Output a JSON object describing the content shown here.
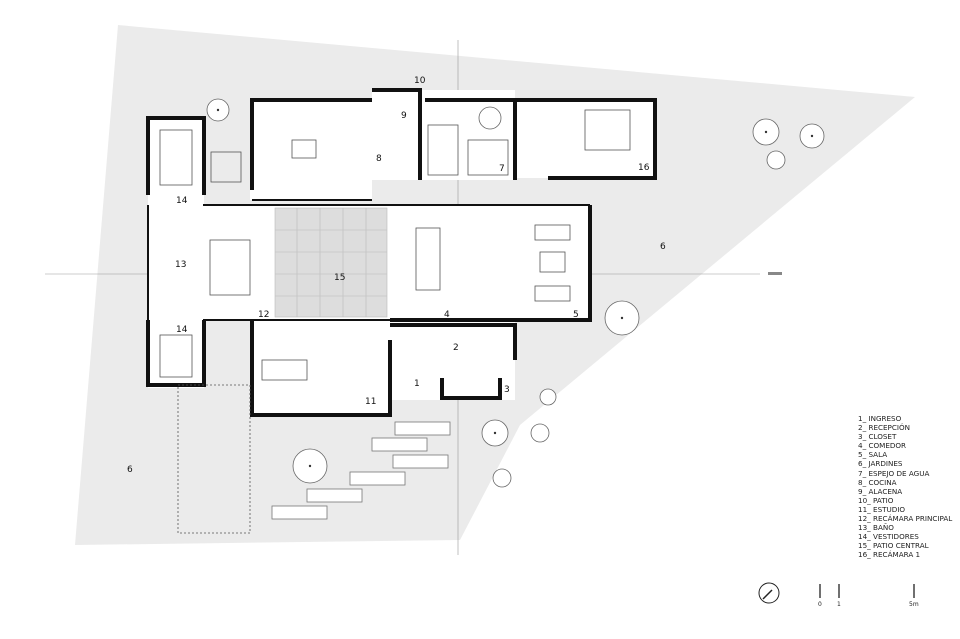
{
  "plan": {
    "room_numbers": {
      "ingreso": "1",
      "recepcion": "2",
      "closet": "3",
      "comedor": "4",
      "sala": "5",
      "jardines_right": "6",
      "jardines_left": "6",
      "espejo_de_agua": "7",
      "cocina": "8",
      "alacena": "9",
      "patio": "10",
      "estudio": "11",
      "recamara_principal": "12",
      "bano": "13",
      "vestidores_top": "14",
      "vestidores_bottom": "14",
      "patio_central": "15",
      "recamara_1": "16"
    }
  },
  "legend": [
    "1_ INGRESO",
    "2_ RECEPCIÓN",
    "3_ CLOSET",
    "4_ COMEDOR",
    "5_ SALA",
    "6_ JARDINES",
    "7_ ESPEJO DE AGUA",
    "8_ COCINA",
    "9_ ALACENA",
    "10_ PATIO",
    "11_ ESTUDIO",
    "12_ RECÁMARA PRINCIPAL",
    "13_ BAÑO",
    "14_ VESTIDORES",
    "15_ PATIO CENTRAL",
    "16_ RECÁMARA 1"
  ],
  "scale": {
    "ticks": [
      "0",
      "1",
      "5m"
    ]
  },
  "north_icon": "north-arrow-icon"
}
